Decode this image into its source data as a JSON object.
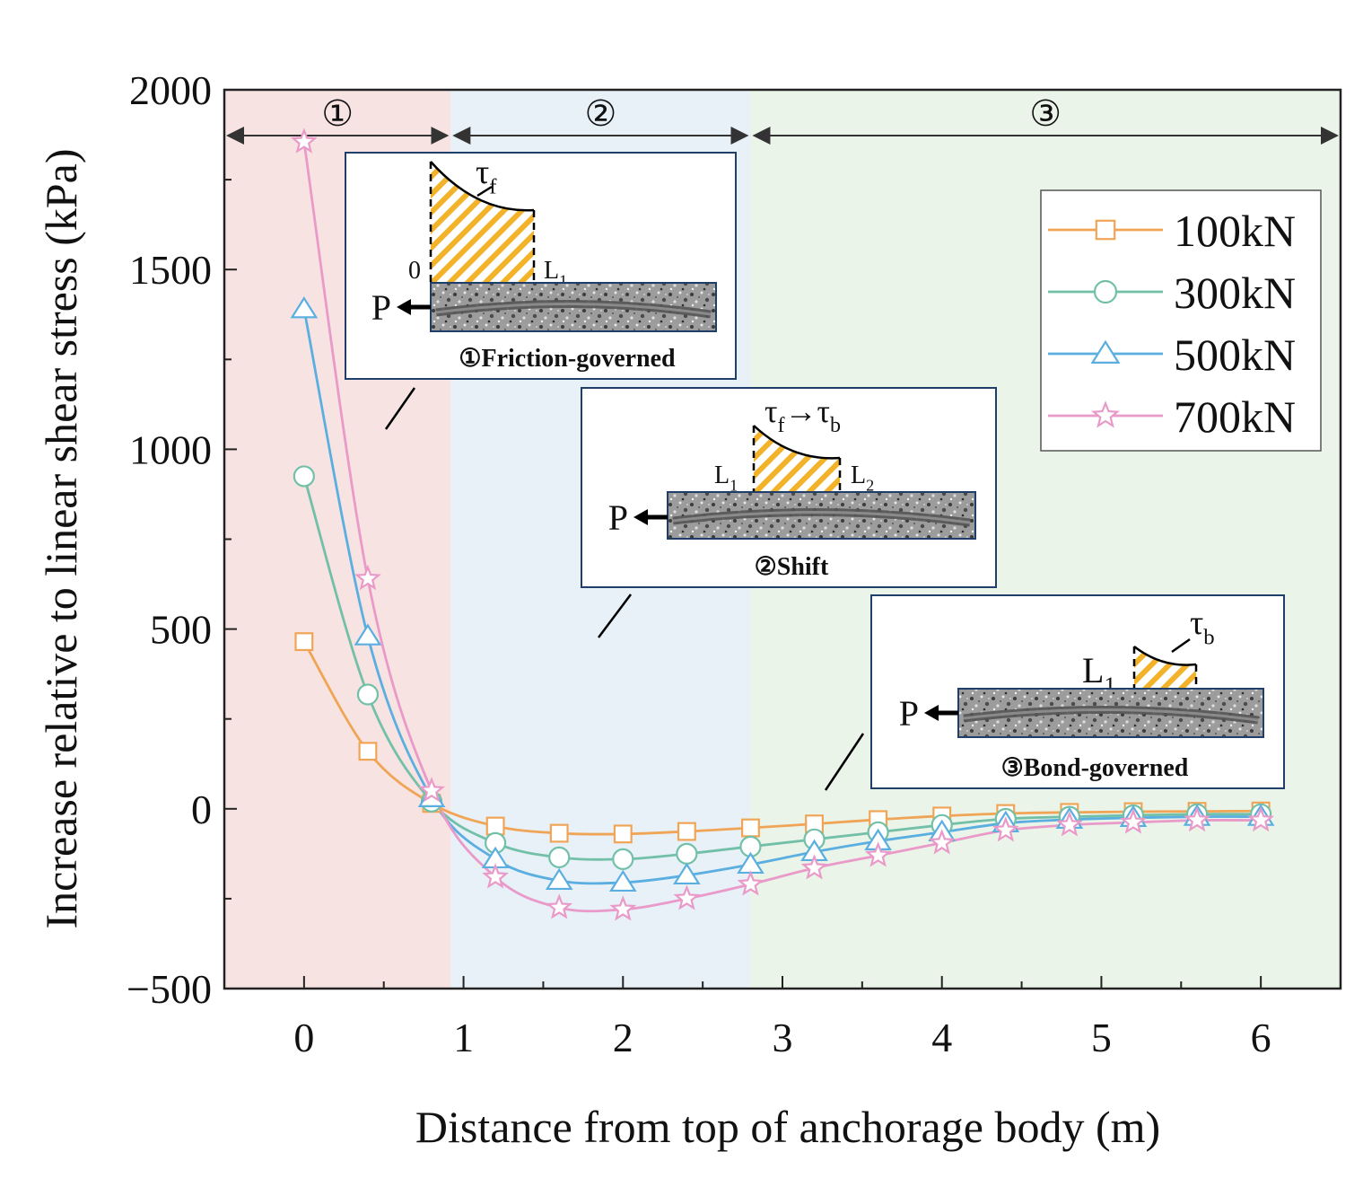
{
  "chart_data": {
    "type": "line",
    "xlabel": "Distance from top of anchorage body (m)",
    "ylabel": "Increase relative to linear shear stress (kPa)",
    "xlim": [
      -0.5,
      6.5
    ],
    "ylim": [
      -500,
      2000
    ],
    "xticks": [
      0,
      1,
      2,
      3,
      4,
      5,
      6
    ],
    "yticks": [
      -500,
      0,
      500,
      1000,
      1500,
      2000
    ],
    "x": [
      0,
      0.4,
      0.8,
      1.2,
      1.6,
      2.0,
      2.4,
      2.8,
      3.2,
      3.6,
      4.0,
      4.4,
      4.8,
      5.2,
      5.6,
      6.0
    ],
    "series": [
      {
        "name": "100kN",
        "color": "#f0a556",
        "marker": "square",
        "values": [
          465,
          160,
          15,
          -48,
          -68,
          -70,
          -63,
          -53,
          -42,
          -30,
          -20,
          -13,
          -10,
          -8,
          -7,
          -6
        ]
      },
      {
        "name": "300kN",
        "color": "#72c0a8",
        "marker": "circle",
        "values": [
          925,
          318,
          20,
          -95,
          -135,
          -140,
          -125,
          -105,
          -85,
          -65,
          -45,
          -28,
          -22,
          -18,
          -15,
          -15
        ]
      },
      {
        "name": "500kN",
        "color": "#5aaee0",
        "marker": "triangle",
        "values": [
          1390,
          480,
          30,
          -140,
          -200,
          -205,
          -185,
          -155,
          -120,
          -90,
          -65,
          -40,
          -30,
          -25,
          -22,
          -22
        ]
      },
      {
        "name": "700kN",
        "color": "#e99ac8",
        "marker": "star",
        "values": [
          1855,
          640,
          50,
          -190,
          -275,
          -280,
          -250,
          -210,
          -165,
          -130,
          -95,
          -60,
          -45,
          -38,
          -32,
          -32
        ]
      }
    ],
    "regions": [
      {
        "label": "①",
        "from": -0.5,
        "to": 0.92,
        "color": "#f8e3e3"
      },
      {
        "label": "②",
        "from": 0.92,
        "to": 2.8,
        "color": "#e8f0f8"
      },
      {
        "label": "③",
        "from": 2.8,
        "to": 6.5,
        "color": "#ebf4e9"
      }
    ],
    "legend_position": "top-right",
    "grid": false,
    "insets": [
      {
        "caption": "①Friction-governed",
        "load": "P",
        "stress": "τ",
        "stress_sub": "f",
        "labels": [
          "0",
          "L"
        ],
        "label_subs": [
          "",
          "1"
        ]
      },
      {
        "caption": "②Shift",
        "load": "P",
        "stress": "τ",
        "stress_sub": "f",
        "stress2": "τ",
        "stress2_sub": "b",
        "labels": [
          "L",
          "L"
        ],
        "label_subs": [
          "1",
          "2"
        ]
      },
      {
        "caption": "③Bond-governed",
        "load": "P",
        "stress": "τ",
        "stress_sub": "b",
        "labels": [
          "L"
        ],
        "label_subs": [
          "1"
        ]
      }
    ]
  }
}
